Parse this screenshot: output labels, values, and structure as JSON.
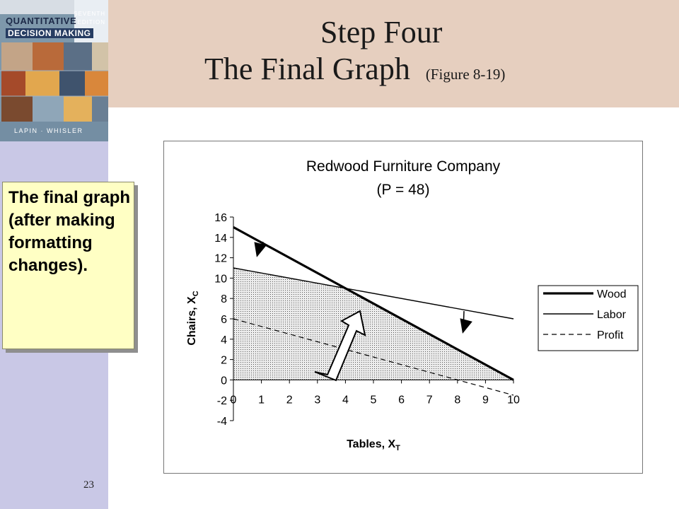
{
  "cover": {
    "line1": "QUANTITATIVE",
    "line2": "DECISION MAKING",
    "edition": "SEVENTH EDITION",
    "authors": "LAPIN · WHISLER"
  },
  "slide": {
    "title_line1": "Step Four",
    "title_line2": "The Final Graph",
    "figure_ref": "(Figure 8-19)",
    "page_number": "23"
  },
  "callout": {
    "text": "The final graph (after making formatting changes)."
  },
  "chart_data": {
    "type": "line",
    "title": "Redwood Furniture Company",
    "subtitle": "(P = 48)",
    "xlabel": "Tables, X",
    "xlabel_sub": "T",
    "ylabel": "Chairs, X",
    "ylabel_sub": "C",
    "xlim": [
      0,
      10
    ],
    "ylim": [
      -4,
      16
    ],
    "xticks": [
      0,
      1,
      2,
      3,
      4,
      5,
      6,
      7,
      8,
      9,
      10
    ],
    "yticks": [
      -4,
      -2,
      0,
      2,
      4,
      6,
      8,
      10,
      12,
      14,
      16
    ],
    "grid": false,
    "legend": "right",
    "series": [
      {
        "name": "Wood",
        "style": "thick-solid",
        "x": [
          0,
          10
        ],
        "y": [
          15,
          0
        ]
      },
      {
        "name": "Labor",
        "style": "thin-solid",
        "x": [
          0,
          10
        ],
        "y": [
          11,
          6
        ]
      },
      {
        "name": "Profit",
        "style": "dashed",
        "x": [
          0,
          10
        ],
        "y": [
          6,
          -1.5
        ]
      }
    ],
    "feasible_region": {
      "x": [
        0,
        0,
        4,
        10
      ],
      "y": [
        0,
        11,
        9,
        0
      ]
    },
    "annotations": [
      {
        "kind": "arrow",
        "points_to": "feasible-side-wood"
      },
      {
        "kind": "arrow",
        "points_to": "feasible-side-labor"
      },
      {
        "kind": "block-arrow",
        "direction": "up-right",
        "meaning": "profit-increase"
      }
    ],
    "colors": {
      "line": "#000000",
      "region": "#d8d8d8",
      "background": "#ffffff"
    }
  }
}
